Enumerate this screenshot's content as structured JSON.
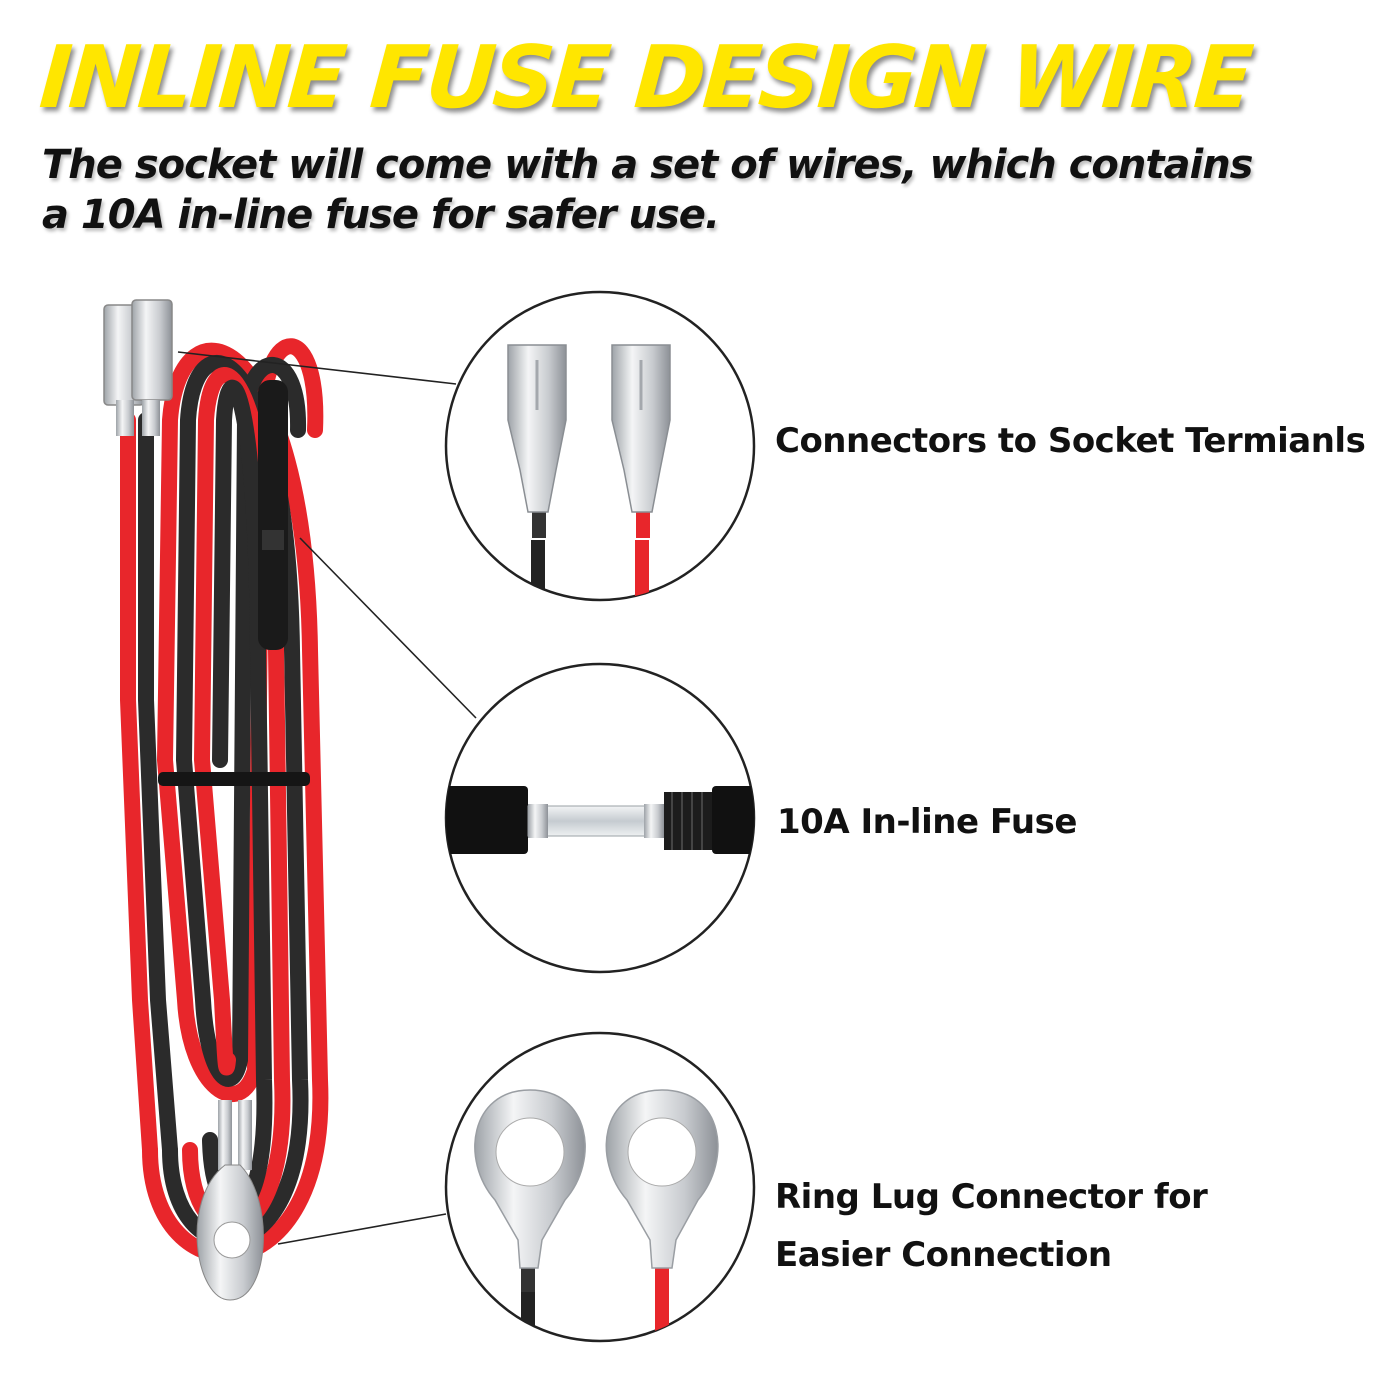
{
  "header": {
    "title": "INLINE FUSE DESIGN WIRE",
    "subtitle": "The socket will come with a set of wires, which contains a 10A in-line fuse for safer use."
  },
  "callouts": [
    {
      "label": "Connectors to Socket Termianls",
      "icon": "spade-connector-icon"
    },
    {
      "label": "10A In-line Fuse",
      "icon": "fuse-icon"
    },
    {
      "label": "Ring Lug Connector for Easier Connection",
      "icon": "ring-lug-icon"
    }
  ],
  "colors": {
    "title": "#ffe600",
    "wire_red": "#e8262b",
    "wire_black": "#2b2b2b",
    "metal": "#d9dce0"
  }
}
